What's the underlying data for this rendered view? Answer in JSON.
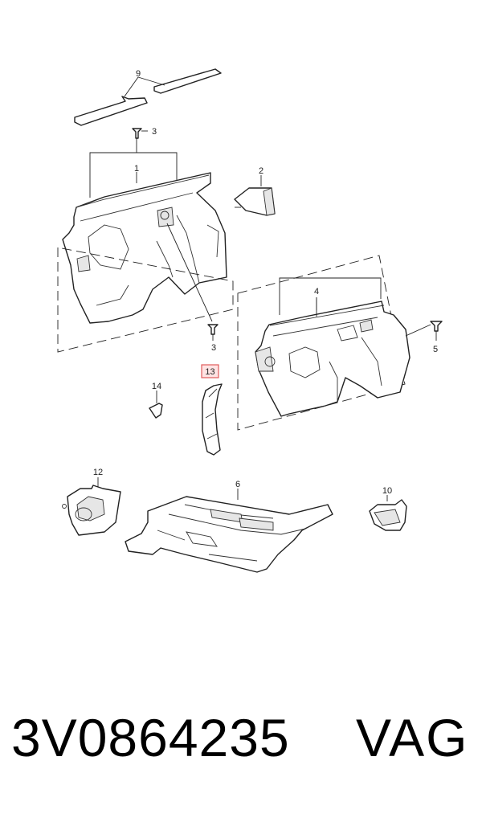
{
  "callouts": {
    "c1": "1",
    "c2": "2",
    "c3a": "3",
    "c3b": "3",
    "c4": "4",
    "c5": "5",
    "c6": "6",
    "c9": "9",
    "c10": "10",
    "c12": "12",
    "c13": "13",
    "c14": "14"
  },
  "highlighted_callout": "13",
  "footer": {
    "part_number": "3V0864235",
    "brand": "VAG"
  },
  "colors": {
    "line": "#222222",
    "highlight_fill": "#ffe3e3",
    "highlight_border": "#e05a5a"
  }
}
